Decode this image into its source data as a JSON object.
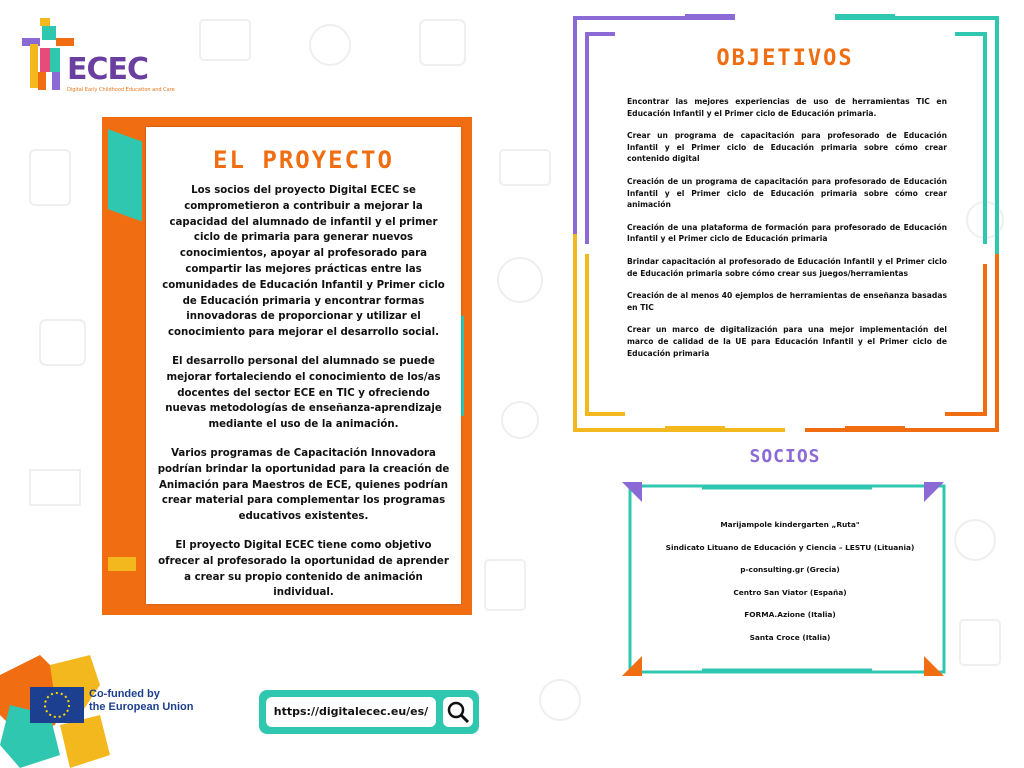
{
  "logo": {
    "text": "ECEC",
    "subtitle": "Digital Early Childhood Education and Care"
  },
  "proyecto": {
    "title": "EL PROYECTO",
    "paragraphs": [
      "Los socios del proyecto Digital ECEC se comprometieron a contribuir a mejorar la capacidad del alumnado de infantil y el primer ciclo de primaria para generar nuevos conocimientos, apoyar al profesorado para compartir las mejores prácticas entre las comunidades de Educación Infantil y Primer ciclo de Educación primaria y encontrar formas innovadoras de proporcionar y utilizar el conocimiento para mejorar el desarrollo social.",
      "El desarrollo personal del alumnado se puede mejorar fortaleciendo el conocimiento de los/as docentes del sector ECE en TIC y ofreciendo nuevas metodologías de enseñanza-aprendizaje mediante el uso de la animación.",
      "Varios programas de Capacitación Innovadora podrían brindar la oportunidad para la creación de Animación para Maestros de ECE, quienes podrían crear material para complementar los programas educativos existentes.",
      "El proyecto Digital ECEC tiene como objetivo ofrecer al profesorado la oportunidad de aprender a crear su propio contenido de animación individual."
    ]
  },
  "objetivos": {
    "title": "OBJETIVOS",
    "items": [
      "Encontrar las mejores experiencias de uso de herramientas TIC en Educación Infantil y el Primer ciclo de Educación primaria.",
      "Crear un programa de capacitación para profesorado de Educación Infantil y el Primer ciclo de Educación primaria sobre cómo crear contenido digital",
      "Creación de un programa de capacitación para profesorado de Educación Infantil y el Primer ciclo de Educación primaria sobre cómo crear animación",
      "Creación de una plataforma de formación para profesorado de Educación Infantil y el Primer ciclo de Educación primaria",
      "Brindar capacitación al profesorado de Educación Infantil y el Primer ciclo de Educación primaria sobre cómo crear sus juegos/herramientas",
      "Creación de al menos 40 ejemplos de herramientas de enseñanza basadas en TIC",
      "Crear un marco de digitalización para una mejor implementación del marco de calidad de la UE para Educación Infantil y el Primer ciclo de Educación primaria"
    ]
  },
  "socios": {
    "title": "SOCIOS",
    "items": [
      "Marijampole kindergarten „Ruta\"",
      "Sindicato Lituano de Educación y Ciencia – LESTU (Lituania)",
      "p-consulting.gr (Grecia)",
      "Centro San Viator (España)",
      "FORMA.Azione (Italia)",
      "Santa Croce (Italia)"
    ]
  },
  "eu": {
    "line1": "Co-funded by",
    "line2": "the European Union"
  },
  "link": {
    "url": "https://digitalecec.eu/es/"
  },
  "colors": {
    "orange": "#f06d12",
    "teal": "#2fc7b0",
    "purple": "#8c6ad6",
    "yellow": "#f2b81e",
    "eu_blue": "#1d3f8f"
  }
}
